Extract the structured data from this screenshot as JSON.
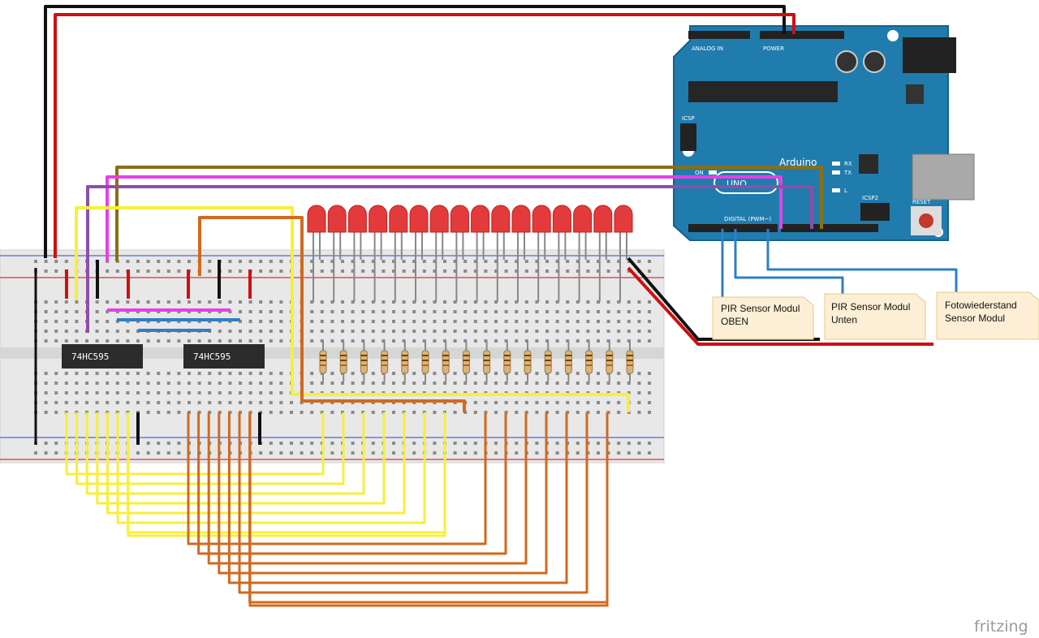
{
  "chips": [
    {
      "label": "74HC595"
    },
    {
      "label": "74HC595"
    }
  ],
  "arduino": {
    "brand": "Arduino",
    "model": "UNO",
    "headers": {
      "analog_in": "ANALOG IN",
      "power": "POWER",
      "digital": "DIGITAL (PWM~)",
      "icsp": "ICSP",
      "icsp2": "ICSP2",
      "reset": "RESET",
      "on": "ON",
      "rx": "RX",
      "tx": "TX",
      "l": "L"
    }
  },
  "sensors": [
    {
      "line1": "PIR Sensor Modul",
      "line2": "OBEN"
    },
    {
      "line1": "PIR Sensor Modul",
      "line2": "Unten"
    },
    {
      "line1": "Fotowiederstand",
      "line2": "Sensor Modul"
    }
  ],
  "led_count": 16,
  "resistor_count": 16,
  "brand": "fritzing",
  "colors": {
    "breadboard": "#e6e6e6",
    "arduino": "#1f7cad",
    "led": "#e33b3b",
    "wire_yellow": "#f7ef3b",
    "wire_orange": "#d2691e",
    "wire_red": "#cc1111",
    "wire_black": "#111111",
    "wire_magenta": "#e640e6",
    "wire_purple": "#8e4ea8",
    "wire_olive": "#8b6f14",
    "wire_blue": "#2f7fc4",
    "sensor_fill": "#fcefd5"
  }
}
